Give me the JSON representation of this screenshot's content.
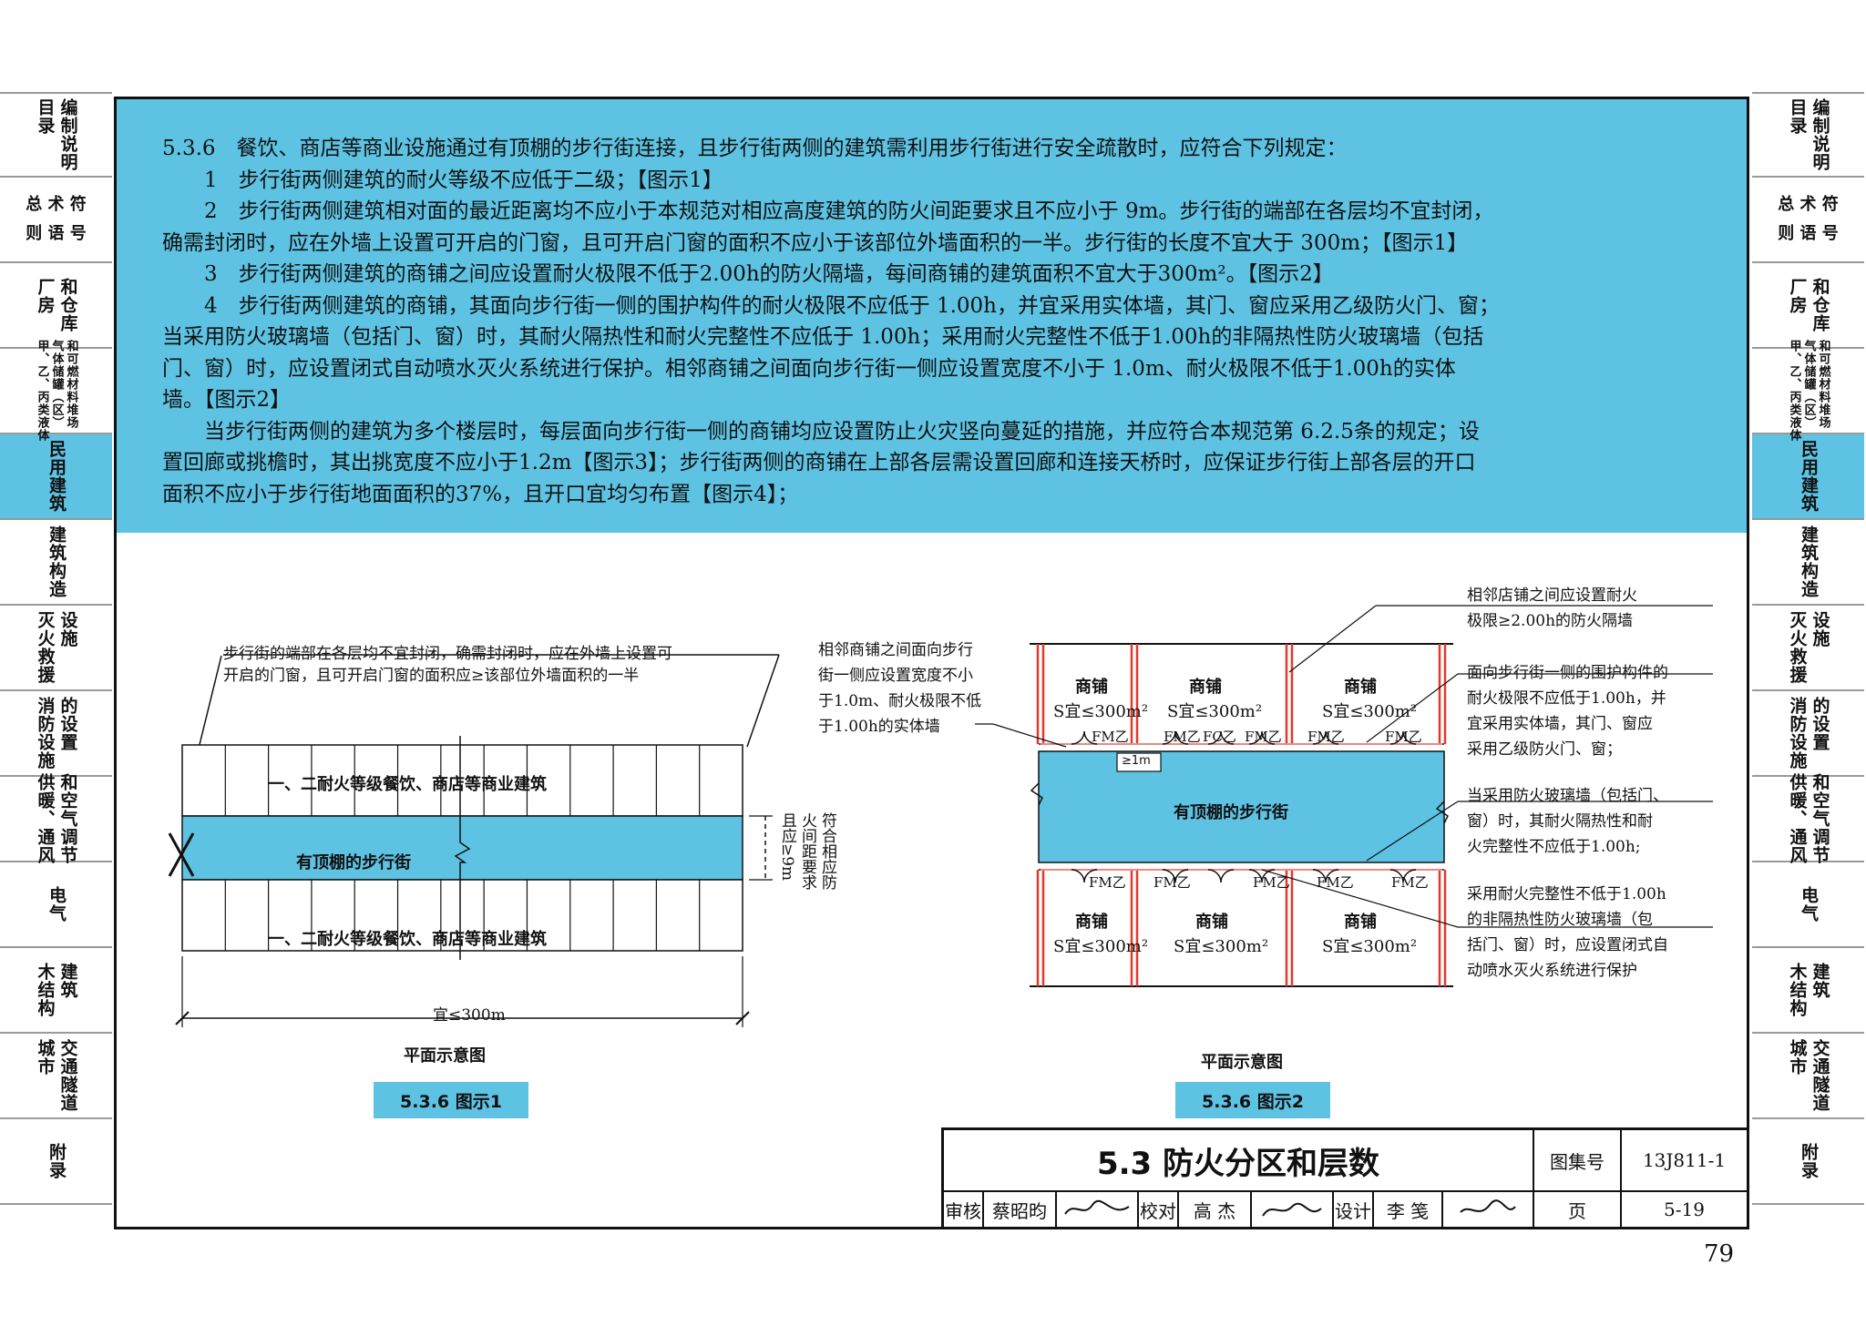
{
  "nav_left": [
    {
      "cols": [
        "目录",
        "编制说明"
      ]
    },
    {
      "cols": [
        "总则",
        "术语",
        "符号"
      ],
      "horizontal": true
    },
    {
      "cols": [
        "厂房",
        "和仓库"
      ]
    },
    {
      "cols": [
        "甲、乙、丙类液体",
        "气体储罐（区）",
        "和可燃材料堆场"
      ],
      "small": true
    },
    {
      "cols": [
        "民用建筑"
      ],
      "active": true
    },
    {
      "cols": [
        "建筑构造"
      ]
    },
    {
      "cols": [
        "灭火救援",
        "设施"
      ]
    },
    {
      "cols": [
        "消防设施",
        "的设置"
      ]
    },
    {
      "cols": [
        "供暖、通风",
        "和空气调节"
      ]
    },
    {
      "cols": [
        "电气"
      ]
    },
    {
      "cols": [
        "木结构",
        "建筑"
      ]
    },
    {
      "cols": [
        "城市",
        "交通隧道"
      ]
    },
    {
      "cols": [
        "附录"
      ]
    }
  ],
  "main_text": [
    "5.3.6　餐饮、商店等商业设施通过有顶棚的步行街连接，且步行街两侧的建筑需利用步行街进行安全疏散时，应符合下列规定：",
    "　　1　步行街两侧建筑的耐火等级不应低于二级；【图示1】",
    "　　2　步行街两侧建筑相对面的最近距离均不应小于本规范对相应高度建筑的防火间距要求且不应小于 9m。步行街的端部在各层均不宜封闭，",
    "确需封闭时，应在外墙上设置可开启的门窗，且可开启门窗的面积不应小于该部位外墙面积的一半。步行街的长度不宜大于 300m；【图示1】",
    "　　3　步行街两侧建筑的商铺之间应设置耐火极限不低于2.00h的防火隔墙，每间商铺的建筑面积不宜大于300m²。【图示2】",
    "　　4　步行街两侧建筑的商铺，其面向步行街一侧的围护构件的耐火极限不应低于 1.00h，并宜采用实体墙，其门、窗应采用乙级防火门、窗；",
    "当采用防火玻璃墙（包括门、窗）时，其耐火隔热性和耐火完整性不应低于 1.00h；采用耐火完整性不低于1.00h的非隔热性防火玻璃墙（包括",
    "门、窗）时，应设置闭式自动喷水灭火系统进行保护。相邻商铺之间面向步行街一侧应设置宽度不小于 1.0m、耐火极限不低于1.00h的实体",
    "墙。【图示2】",
    "　　当步行街两侧的建筑为多个楼层时，每层面向步行街一侧的商铺均应设置防止火灾竖向蔓延的措施，并应符合本规范第 6.2.5条的规定；设",
    "置回廊或挑檐时，其出挑宽度不应小于1.2m【图示3】；步行街两侧的商铺在上部各层需设置回廊和连接天桥时，应保证步行街上部各层的开口",
    "面积不应小于步行街地面面积的37%，且开口宜均匀布置【图示4】；"
  ],
  "figure1": {
    "note": [
      "步行街的端部在各层均不宜封闭，确需封闭时，应在外墙上设置可",
      "开启的门窗，且可开启门窗的面积应≥该部位外墙面积的一半"
    ],
    "top_building": "一、二耐火等级餐饮、商店等商业建筑",
    "street": "有顶棚的步行街",
    "bottom_building": "一、二耐火等级餐饮、商店等商业建筑",
    "side_note": [
      "符合相应防",
      "火间距要求",
      "且应≥9m"
    ],
    "length": "宜≤300m",
    "plan_label": "平面示意图",
    "caption": "5.3.6  图示1"
  },
  "figure2": {
    "left_note": [
      "相邻商铺之间面向步行",
      "街一侧应设置宽度不小",
      "于1.0m、耐火极限不低",
      "于1.00h的实体墙"
    ],
    "shop_name": "商铺",
    "shop_area": "S宜≤300m²",
    "street": "有顶棚的步行街",
    "width_mark": "≥1m",
    "door_fm": "FM乙",
    "door_fc": "FC乙",
    "right_notes": [
      [
        "相邻店铺之间应设置耐火",
        "极限≥2.00h的防火隔墙"
      ],
      [
        "面向步行街一侧的围护构件的",
        "耐火极限不应低于1.00h，并",
        "宜采用实体墙，其门、窗应",
        "采用乙级防火门、窗；"
      ],
      [
        "当采用防火玻璃墙（包括门、",
        "窗）时，其耐火隔热性和耐",
        "火完整性不应低于1.00h;"
      ],
      [
        "采用耐火完整性不低于1.00h",
        "的非隔热性防火玻璃墙（包",
        "括门、窗）时，应设置闭式自",
        "动喷水灭火系统进行保护"
      ]
    ],
    "plan_label": "平面示意图",
    "caption": "5.3.6  图示2"
  },
  "title_block": {
    "title": "5.3  防火分区和层数",
    "atlas_label": "图集号",
    "atlas_no": "13J811-1",
    "review_label": "审核",
    "reviewer": "蔡昭昀",
    "check_label": "校对",
    "checker": "高 杰",
    "design_label": "设计",
    "designer": "李 笺",
    "page_label": "页",
    "page_ref": "5-19"
  },
  "page_number": "79",
  "colors": {
    "accent": "#5ec3e3",
    "wall_red": "#e03a2f"
  }
}
